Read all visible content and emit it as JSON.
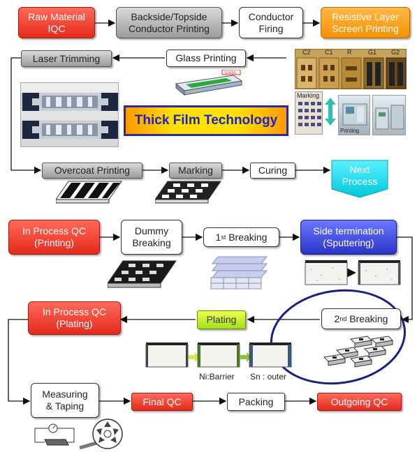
{
  "steps": {
    "raw_material_iqc": "Raw Material\nIQC",
    "backside_topside": "Backside/Topside\nConductor Printing",
    "conductor_firing": "Conductor\nFiring",
    "resistive_layer": "Resistive Layer\nScreen Printing",
    "laser_trimming": "Laser Trimming",
    "glass_printing": "Glass Printing",
    "overcoat_printing": "Overcoat Printing",
    "marking": "Marking",
    "curing": "Curing",
    "next_process": "Next\nProcess",
    "in_process_qc_printing": "In Process QC\n(Printing)",
    "dummy_breaking": "Dummy\nBreaking",
    "first_breaking_num": "1",
    "first_breaking_sup": "st",
    "first_breaking_text": " Breaking",
    "side_termination": "Side termination\n(Sputtering)",
    "second_breaking_num": "2",
    "second_breaking_sup": "nd",
    "second_breaking_text": " Breaking",
    "plating": "Plating",
    "in_process_qc_plating": "In Process QC\n(Plating)",
    "measuring_taping": "Measuring\n& Taping",
    "final_qc": "Final QC",
    "packing": "Packing",
    "outgoing_qc": "Outgoing QC"
  },
  "banner": "Thick Film Technology",
  "labels": {
    "ni_barrier": "Ni:Barrier",
    "sn_outer": "Sn : outer",
    "photo_tags": [
      "C2",
      "C1",
      "R",
      "G1",
      "G2"
    ],
    "marking_tag": "Marking",
    "glass_layer_tag": "GLASS",
    "printing_tag": "Printing"
  },
  "colors": {
    "red": "#e42a1c",
    "gray": "#9c9c9c",
    "orange": "#f39200",
    "blue": "#2c34c8",
    "green": "#9fe01a",
    "cyan": "#19e0f0",
    "ellipse": "#1a1f80"
  }
}
